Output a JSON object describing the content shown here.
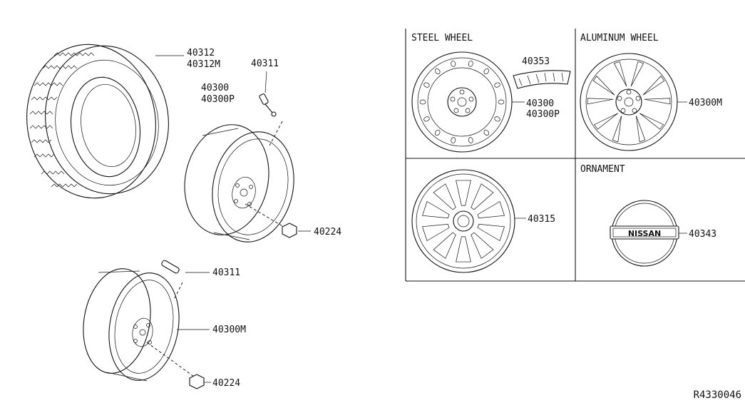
{
  "diagram_code": "R4330046",
  "panels": {
    "steel_wheel": "STEEL WHEEL",
    "aluminum_wheel": "ALUMINUM WHEEL",
    "ornament": "ORNAMENT"
  },
  "ornament_logo_text": "NISSAN",
  "callouts": {
    "tire_1": "40312",
    "tire_2": "40312M",
    "valve_upper": "40311",
    "wheel_upper_1": "40300",
    "wheel_upper_2": "40300P",
    "nut_upper": "40224",
    "valve_lower": "40311",
    "wheel_lower": "40300M",
    "nut_lower": "40224",
    "balance_weight": "40353",
    "steel_wheel_1": "40300",
    "steel_wheel_2": "40300P",
    "aluminum_wheel": "40300M",
    "wheel_cover": "40315",
    "ornament": "40343"
  }
}
